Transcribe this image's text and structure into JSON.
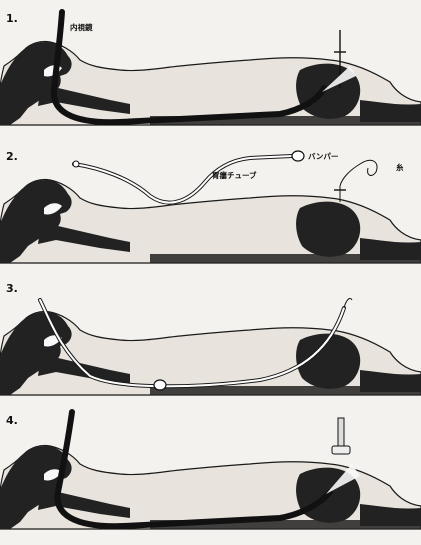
{
  "figure": {
    "steps": [
      {
        "number": "1.",
        "labels": [
          "内視鏡"
        ]
      },
      {
        "number": "2.",
        "labels": [
          "胃瘻チューブ",
          "バンパー",
          "糸"
        ]
      },
      {
        "number": "3.",
        "labels": []
      },
      {
        "number": "4.",
        "labels": []
      }
    ]
  },
  "colors": {
    "background": "#f4f2ee",
    "body_fill": "#e8e4dd",
    "anatomy_dark": "#222222",
    "outline": "#1a1a1a",
    "tube_light": "#ffffff",
    "highlight": "#f8f8f8"
  }
}
